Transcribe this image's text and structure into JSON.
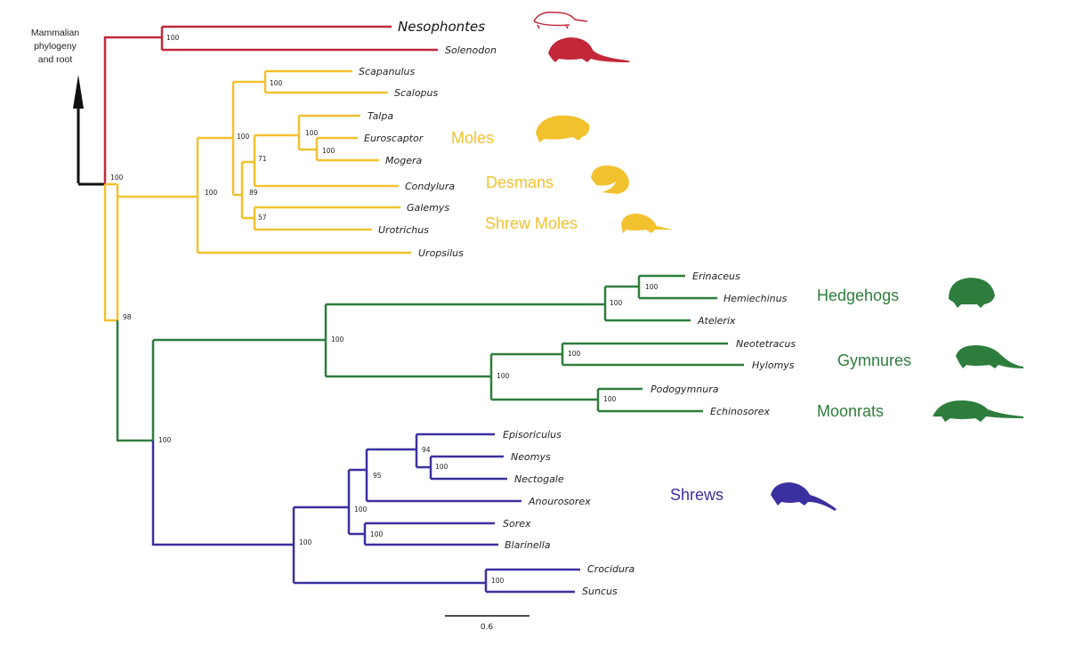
{
  "colors": {
    "red": "#C2283A",
    "yellow": "#F2C12E",
    "green": "#2E7D3C",
    "blue": "#3B30A0",
    "black": "#111111"
  },
  "root_label": [
    "Mammalian",
    "phylogeny",
    "and root"
  ],
  "scale_bar": {
    "value": "0.6"
  },
  "taxa": [
    {
      "name": "Nesophontes",
      "clade": "red"
    },
    {
      "name": "Solenodon",
      "clade": "red"
    },
    {
      "name": "Scapanulus",
      "clade": "yellow"
    },
    {
      "name": "Scalopus",
      "clade": "yellow"
    },
    {
      "name": "Talpa",
      "clade": "yellow"
    },
    {
      "name": "Euroscaptor",
      "clade": "yellow"
    },
    {
      "name": "Mogera",
      "clade": "yellow"
    },
    {
      "name": "Condylura",
      "clade": "yellow"
    },
    {
      "name": "Galemys",
      "clade": "yellow"
    },
    {
      "name": "Urotrichus",
      "clade": "yellow"
    },
    {
      "name": "Uropsilus",
      "clade": "yellow"
    },
    {
      "name": "Erinaceus",
      "clade": "green"
    },
    {
      "name": "Hemiechinus",
      "clade": "green"
    },
    {
      "name": "Atelerix",
      "clade": "green"
    },
    {
      "name": "Neotetracus",
      "clade": "green"
    },
    {
      "name": "Hylomys",
      "clade": "green"
    },
    {
      "name": "Podogymnura",
      "clade": "green"
    },
    {
      "name": "Echinosorex",
      "clade": "green"
    },
    {
      "name": "Episoriculus",
      "clade": "blue"
    },
    {
      "name": "Neomys",
      "clade": "blue"
    },
    {
      "name": "Nectogale",
      "clade": "blue"
    },
    {
      "name": "Anourosorex",
      "clade": "blue"
    },
    {
      "name": "Sorex",
      "clade": "blue"
    },
    {
      "name": "Blarinella",
      "clade": "blue"
    },
    {
      "name": "Crocidura",
      "clade": "blue"
    },
    {
      "name": "Suncus",
      "clade": "blue"
    }
  ],
  "support_values": [
    "100",
    "100",
    "100",
    "100",
    "100",
    "71",
    "89",
    "57",
    "100",
    "98",
    "100",
    "100",
    "100",
    "100",
    "100",
    "100",
    "100",
    "100",
    "94",
    "100",
    "95",
    "100",
    "100"
  ],
  "groups": [
    {
      "label": "Moles",
      "color": "yellow",
      "icon": "mole-silhouette-icon"
    },
    {
      "label": "Desmans",
      "color": "yellow",
      "icon": "desman-silhouette-icon"
    },
    {
      "label": "Shrew Moles",
      "color": "yellow",
      "icon": "shrew-mole-silhouette-icon"
    },
    {
      "label": "Hedgehogs",
      "color": "green",
      "icon": "hedgehog-silhouette-icon"
    },
    {
      "label": "Gymnures",
      "color": "green",
      "icon": "gymnure-silhouette-icon"
    },
    {
      "label": "Moonrats",
      "color": "green",
      "icon": "moonrat-silhouette-icon"
    },
    {
      "label": "Shrews",
      "color": "blue",
      "icon": "shrew-silhouette-icon"
    }
  ],
  "outgroup_icons": [
    "nesophontes-outline-icon",
    "solenodon-silhouette-icon"
  ]
}
